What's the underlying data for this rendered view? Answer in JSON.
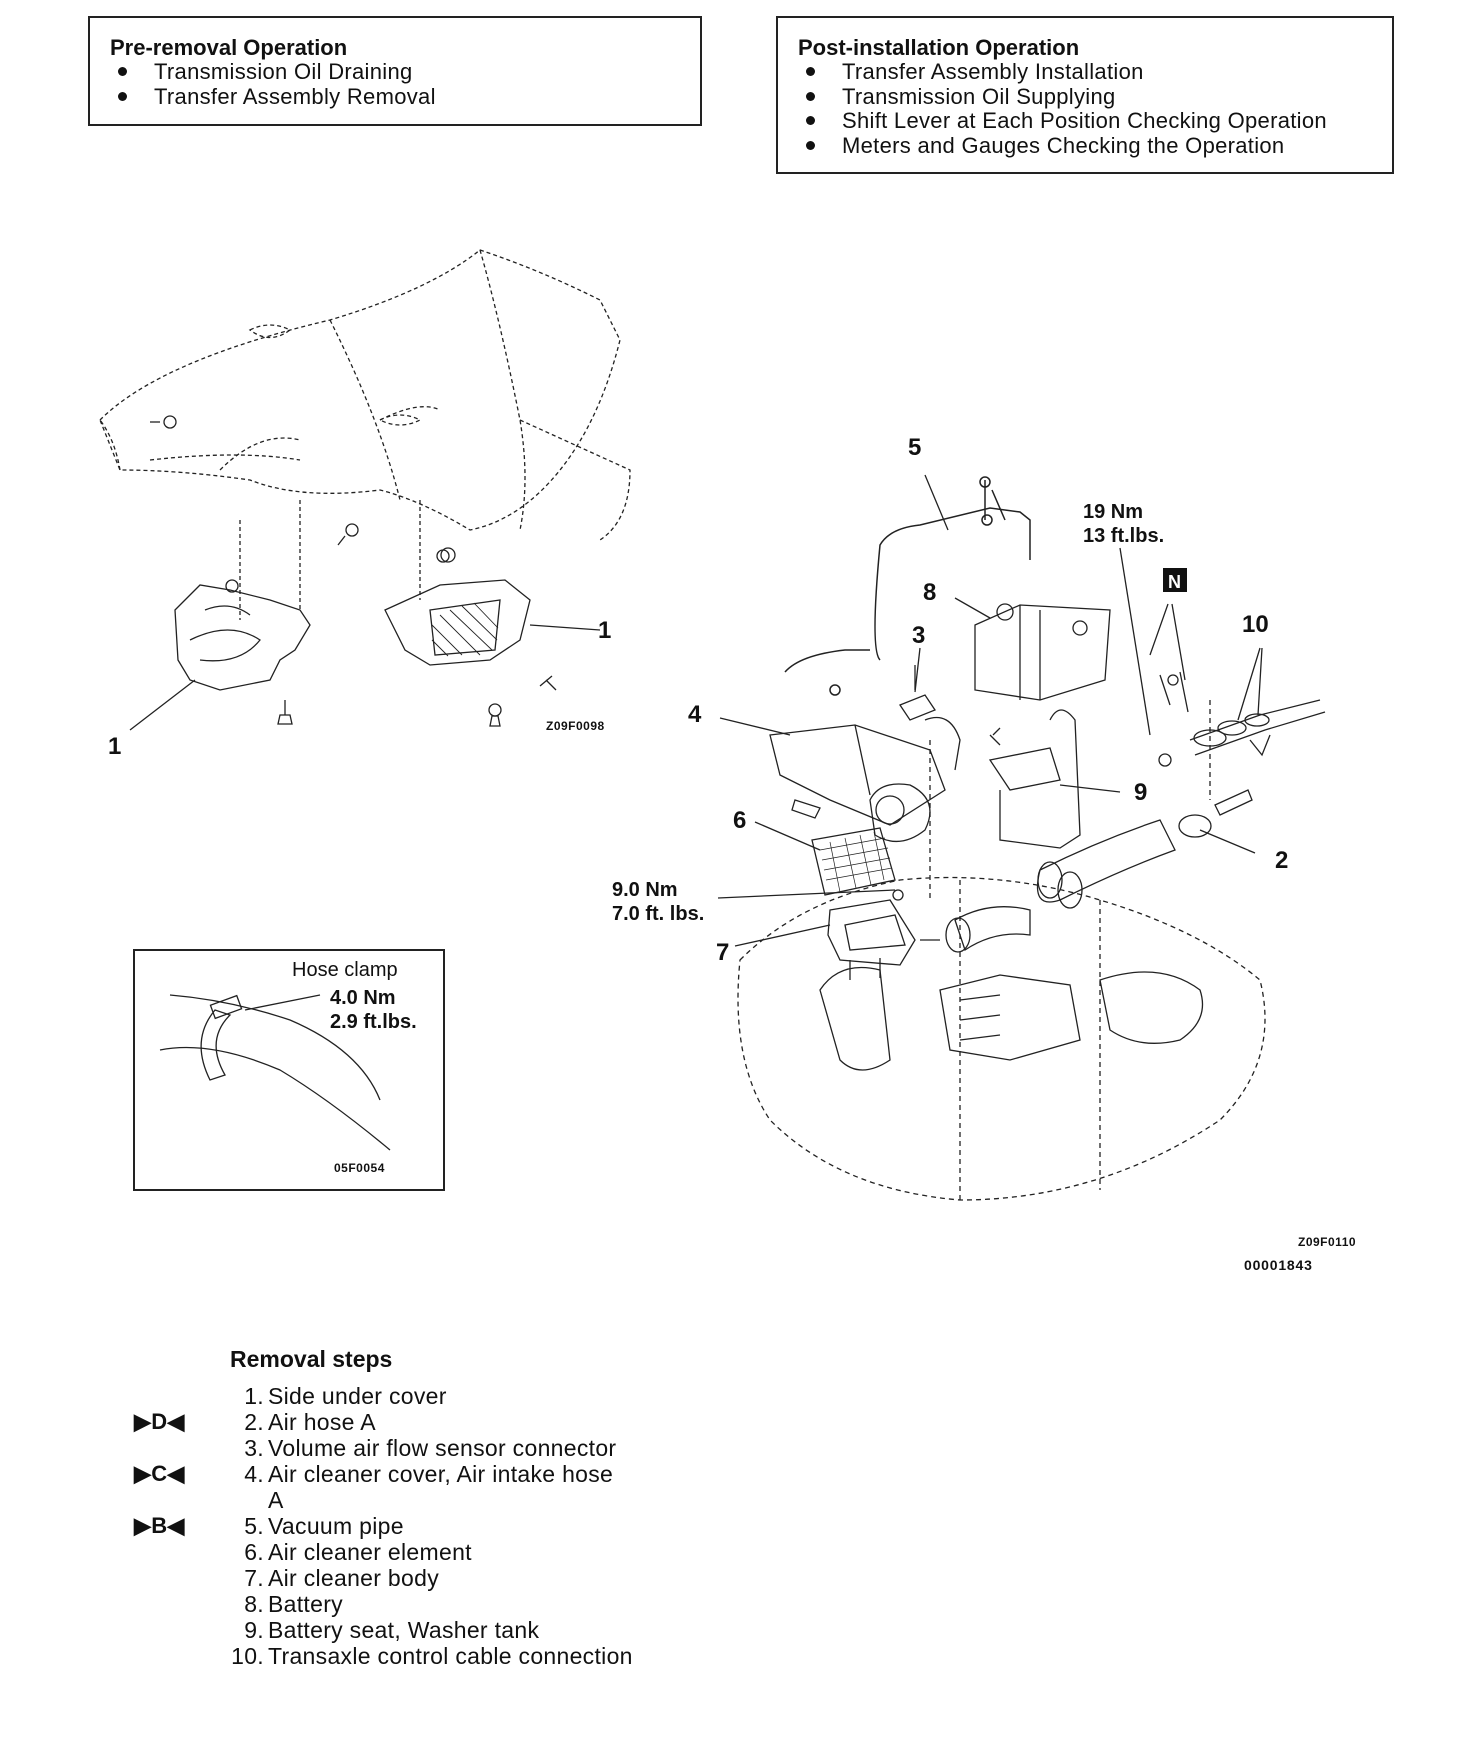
{
  "pre_removal": {
    "title": "Pre-removal Operation",
    "items": [
      "Transmission Oil Draining",
      "Transfer Assembly Removal"
    ]
  },
  "post_installation": {
    "title": "Post-installation Operation",
    "items": [
      "Transfer Assembly Installation",
      "Transmission Oil Supplying",
      "Shift Lever at Each Position Checking Operation",
      "Meters and Gauges Checking the Operation"
    ]
  },
  "diagram_left": {
    "callouts": [
      "1",
      "1"
    ],
    "code": "Z09F0098"
  },
  "diagram_right": {
    "callouts": [
      "5",
      "8",
      "3",
      "4",
      "6",
      "7",
      "9",
      "2",
      "10"
    ],
    "torque_a": [
      "19 Nm",
      "13 ft.lbs."
    ],
    "torque_b": [
      "9.0 Nm",
      "7.0 ft. lbs."
    ],
    "marker_n": "N",
    "code": "Z09F0110",
    "doc_number": "00001843"
  },
  "inset": {
    "title": "Hose clamp",
    "torque": [
      "4.0 Nm",
      "2.9 ft.lbs."
    ],
    "code": "05F0054"
  },
  "removal_steps": {
    "title": "Removal steps",
    "steps": [
      {
        "num": "1.",
        "text": "Side under cover",
        "mark": ""
      },
      {
        "num": "2.",
        "text": "Air hose A",
        "mark": "▶D◀"
      },
      {
        "num": "3.",
        "text": "Volume air flow sensor connector",
        "mark": ""
      },
      {
        "num": "4.",
        "text": "Air cleaner cover, Air intake hose",
        "mark": "▶C◀"
      },
      {
        "num": "",
        "text": "A",
        "mark": ""
      },
      {
        "num": "5.",
        "text": "Vacuum pipe",
        "mark": "▶B◀"
      },
      {
        "num": "6.",
        "text": "Air cleaner element",
        "mark": ""
      },
      {
        "num": "7.",
        "text": "Air cleaner body",
        "mark": ""
      },
      {
        "num": "8.",
        "text": "Battery",
        "mark": ""
      },
      {
        "num": "9.",
        "text": "Battery seat, Washer tank",
        "mark": ""
      },
      {
        "num": "10.",
        "text": "Transaxle control cable connection",
        "mark": ""
      }
    ]
  }
}
